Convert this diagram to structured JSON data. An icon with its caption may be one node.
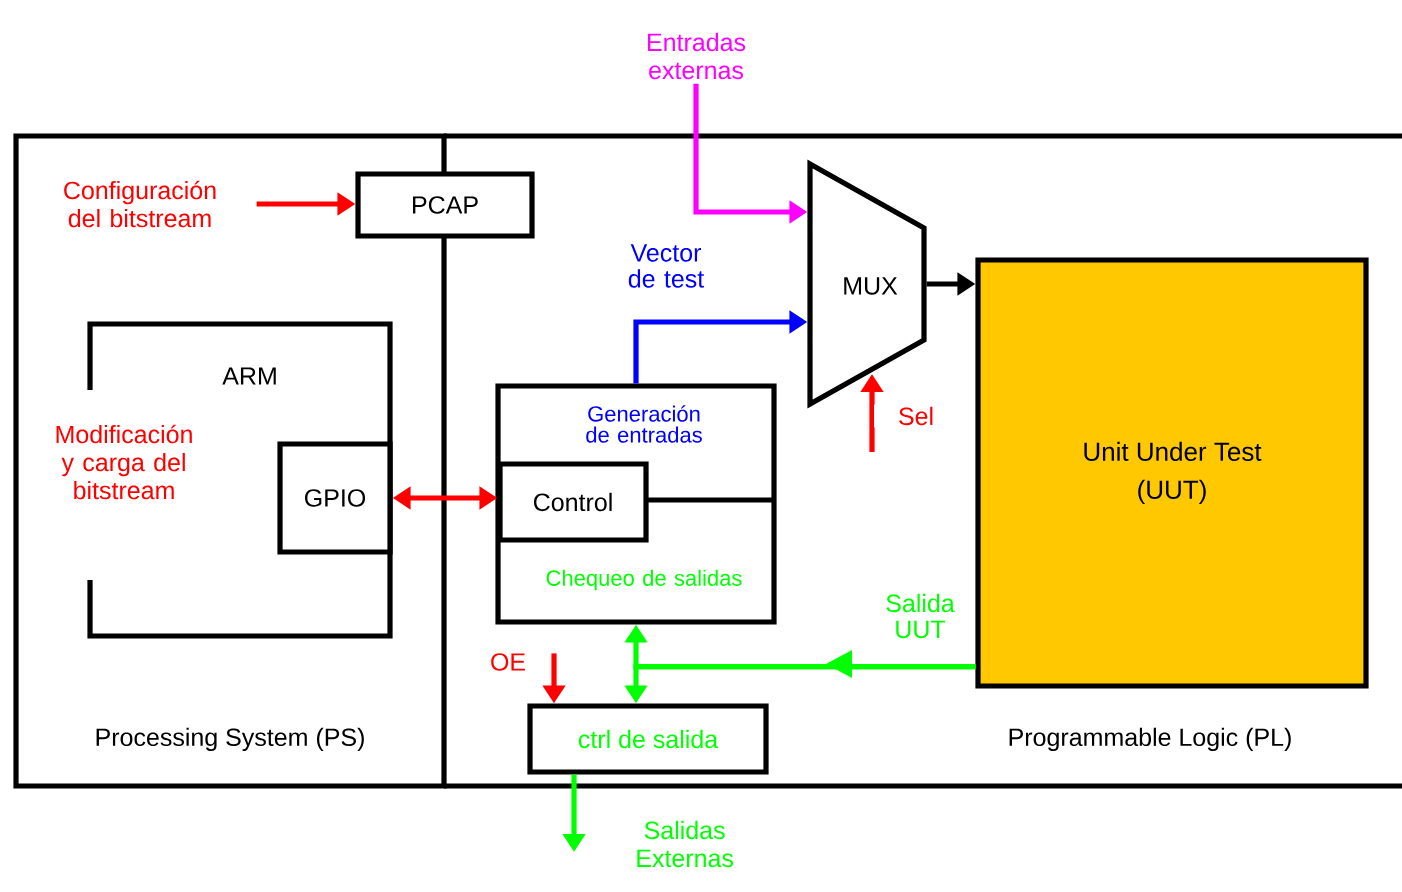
{
  "diagram": {
    "nodes": [
      {
        "text": [
          "Processing System (PS)"
        ]
      },
      {
        "text": [
          "Programmable Logic (PL)"
        ]
      },
      {
        "text": [
          "PCAP"
        ]
      },
      {
        "text": [
          "ARM"
        ],
        "in": 0
      },
      {
        "text": [
          "GPIO"
        ],
        "in": 3
      },
      {
        "text": [
          "Generación de entradas",
          "Chequeo de salidas"
        ],
        "in": 1
      },
      {
        "text": [
          "Control"
        ],
        "in": 5
      },
      {
        "text": [
          "MUX"
        ],
        "in": 1
      },
      {
        "text": [
          "Unit Under Test (UUT)"
        ],
        "in": 1
      },
      {
        "text": [
          "ctrl de salida"
        ],
        "in": 1
      },
      {
        "text": [
          "Configuración del bitstream"
        ],
        "in": 0
      },
      {
        "text": [
          "Entradas externas"
        ]
      },
      {
        "text": [
          "Salidas Externas"
        ]
      }
    ],
    "edges": [
      {
        "from": 10,
        "to": 2,
        "arrow": "to",
        "color": "#ff0000"
      },
      {
        "from": 4,
        "to": 6,
        "arrow": "both",
        "color": "#ff0000"
      },
      {
        "from": 11,
        "to": 7,
        "arrow": "to",
        "color": "#ff00ff"
      },
      {
        "from": 5,
        "to": 7,
        "arrow": "to",
        "label": "Vector de test",
        "color": "#0000ff"
      },
      {
        "from": 7,
        "to": 8,
        "arrow": "to",
        "color": "#000000"
      },
      {
        "from": null,
        "to": 7,
        "arrow": "to",
        "label": "Sel",
        "color": "#ff0000"
      },
      {
        "from": 8,
        "to": 5,
        "arrow": "to",
        "label": "Salida UUT",
        "color": "#00ff00"
      },
      {
        "from": 8,
        "to": 9,
        "arrow": "to",
        "color": "#00ff00"
      },
      {
        "from": null,
        "to": 9,
        "arrow": "to",
        "label": "OE",
        "color": "#ff0000"
      },
      {
        "from": 9,
        "to": 12,
        "arrow": "to",
        "color": "#00ff00"
      }
    ],
    "labels": [
      "Modificación y carga del bitstream"
    ]
  }
}
